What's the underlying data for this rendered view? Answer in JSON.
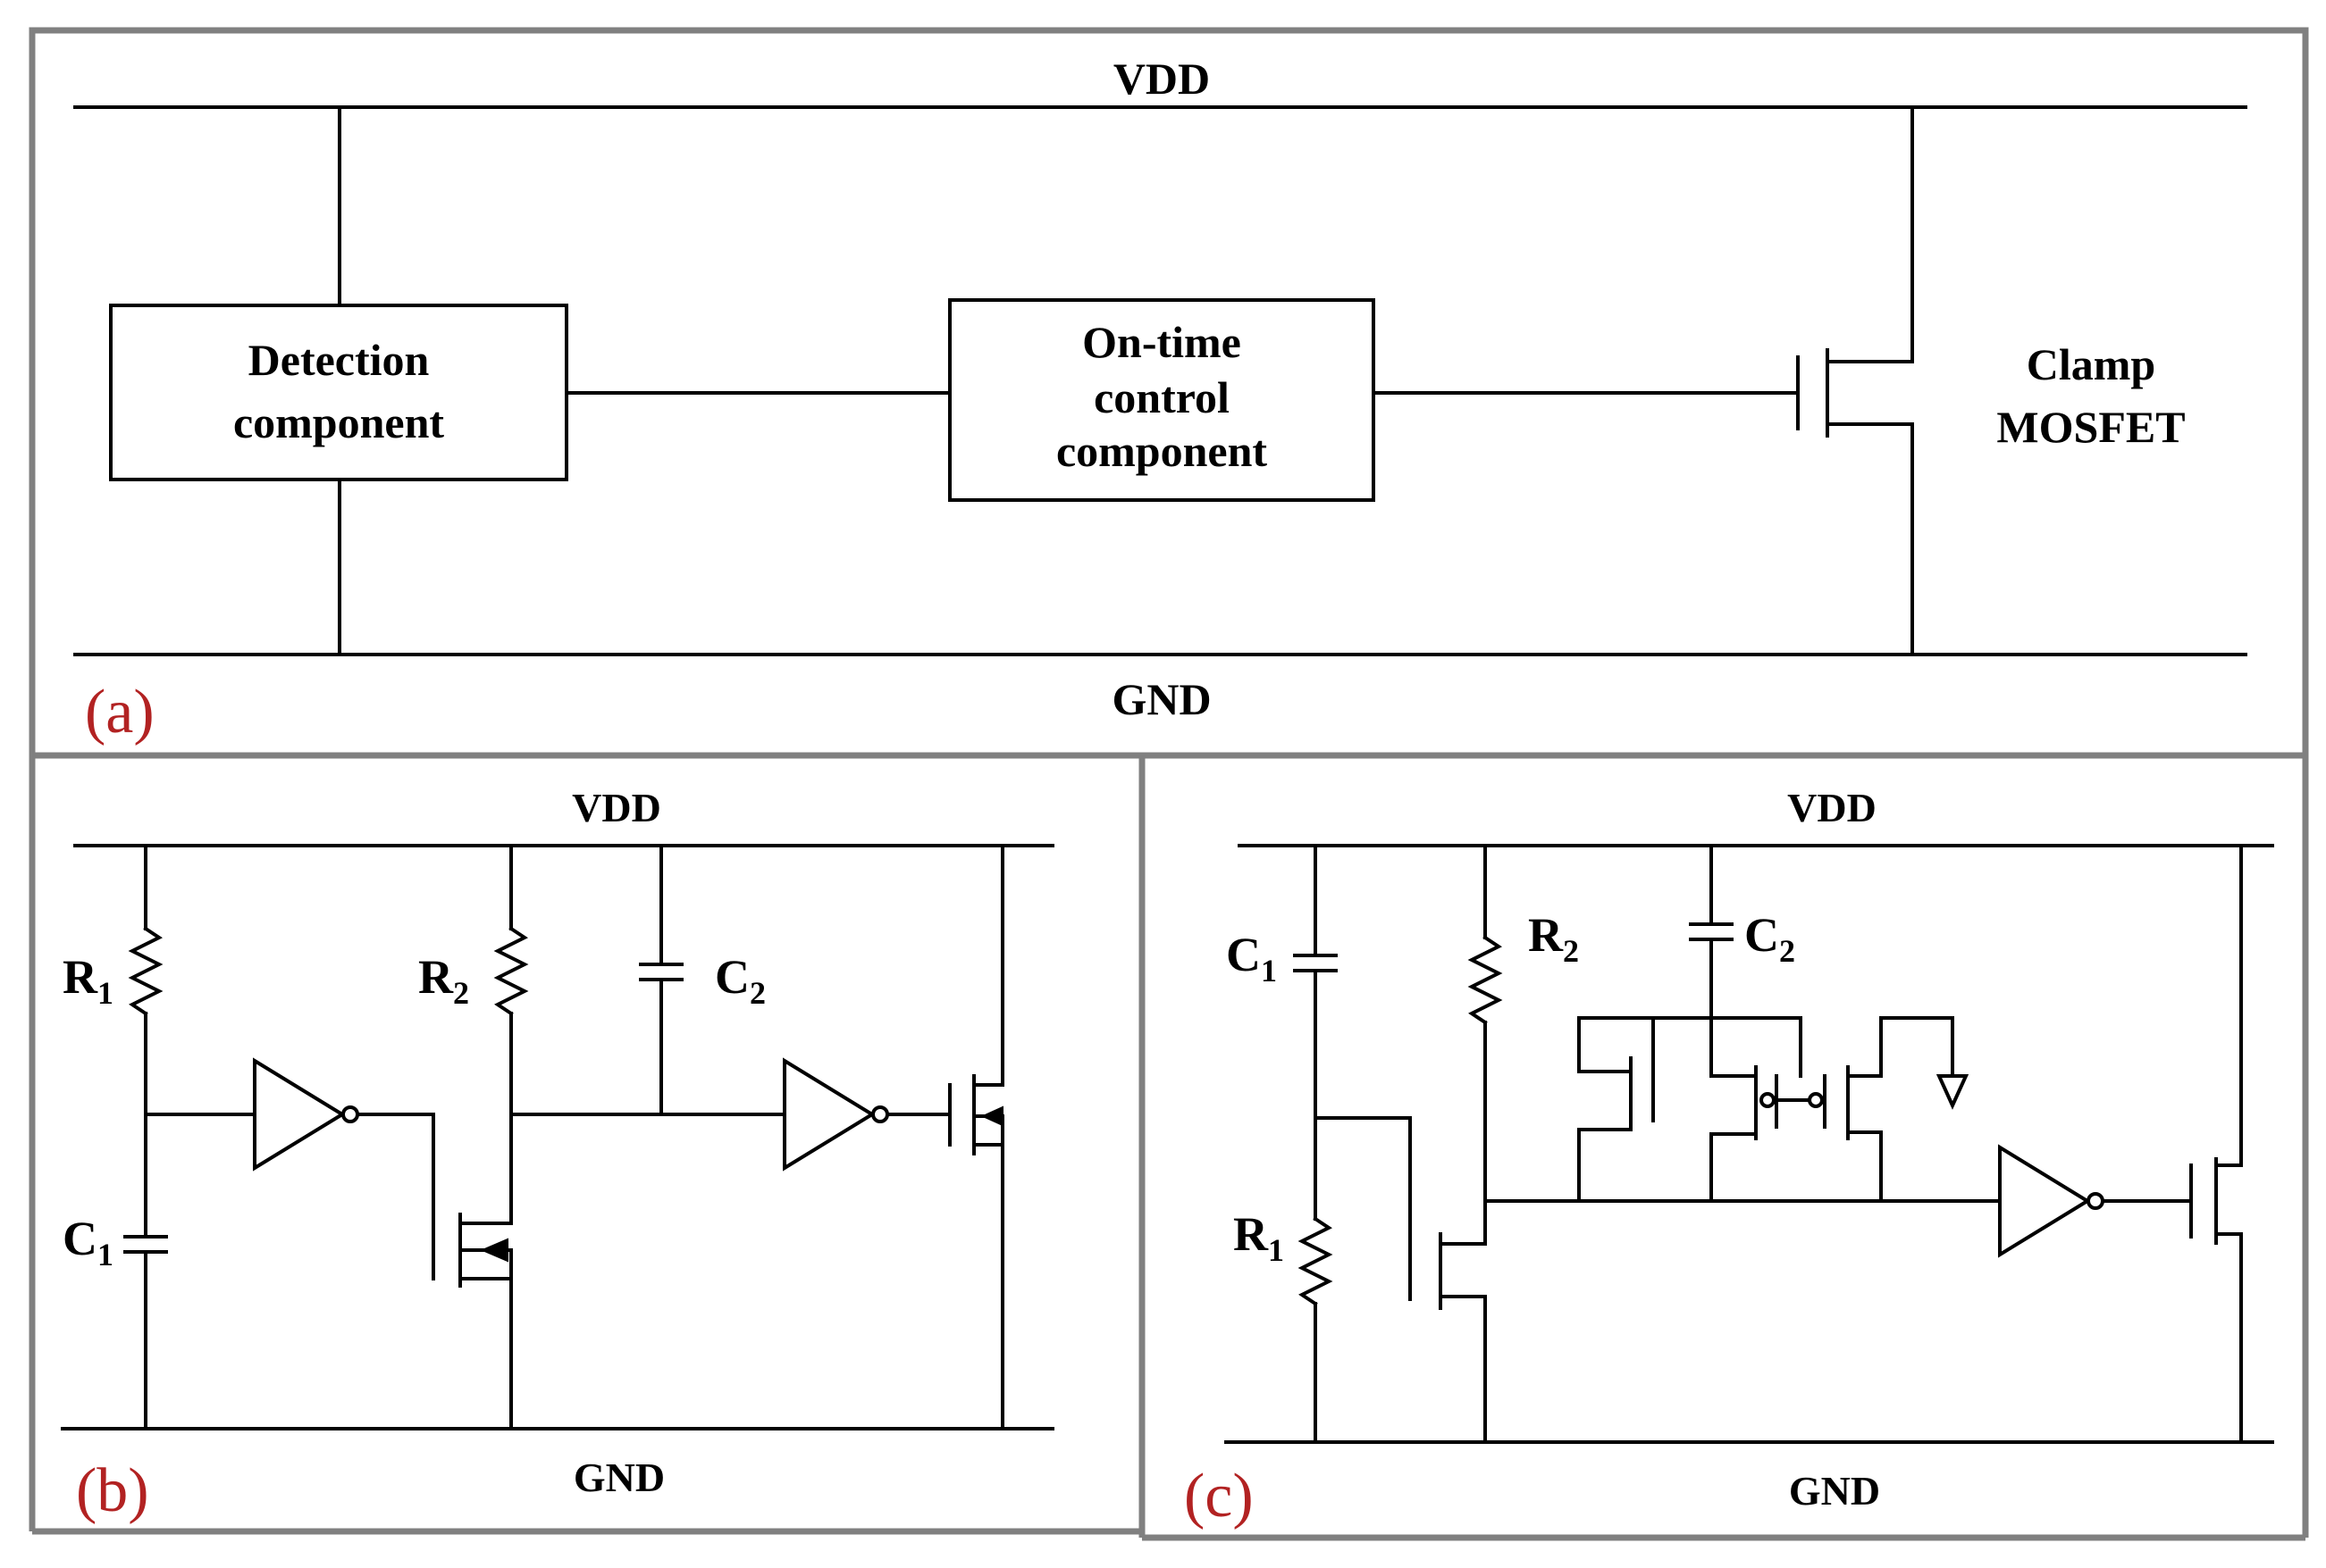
{
  "panel_a": {
    "tag": "(a)",
    "vdd": "VDD",
    "gnd": "GND",
    "detection": [
      "Detection",
      "component"
    ],
    "ontime": [
      "On-time",
      "control",
      "component"
    ],
    "clamp": [
      "Clamp",
      "MOSFET"
    ]
  },
  "panel_b": {
    "tag": "(b)",
    "vdd": "VDD",
    "gnd": "GND",
    "r1": "R",
    "r1_sub": "1",
    "r2": "R",
    "r2_sub": "2",
    "c1": "C",
    "c1_sub": "1",
    "c2": "C",
    "c2_sub": "2"
  },
  "panel_c": {
    "tag": "(c)",
    "vdd": "VDD",
    "gnd": "GND",
    "r1": "R",
    "r1_sub": "1",
    "r2": "R",
    "r2_sub": "2",
    "c1": "C",
    "c1_sub": "1",
    "c2": "C",
    "c2_sub": "2"
  },
  "colors": {
    "wire": "#000000",
    "frame": "#808080",
    "tag": "#b22222"
  }
}
